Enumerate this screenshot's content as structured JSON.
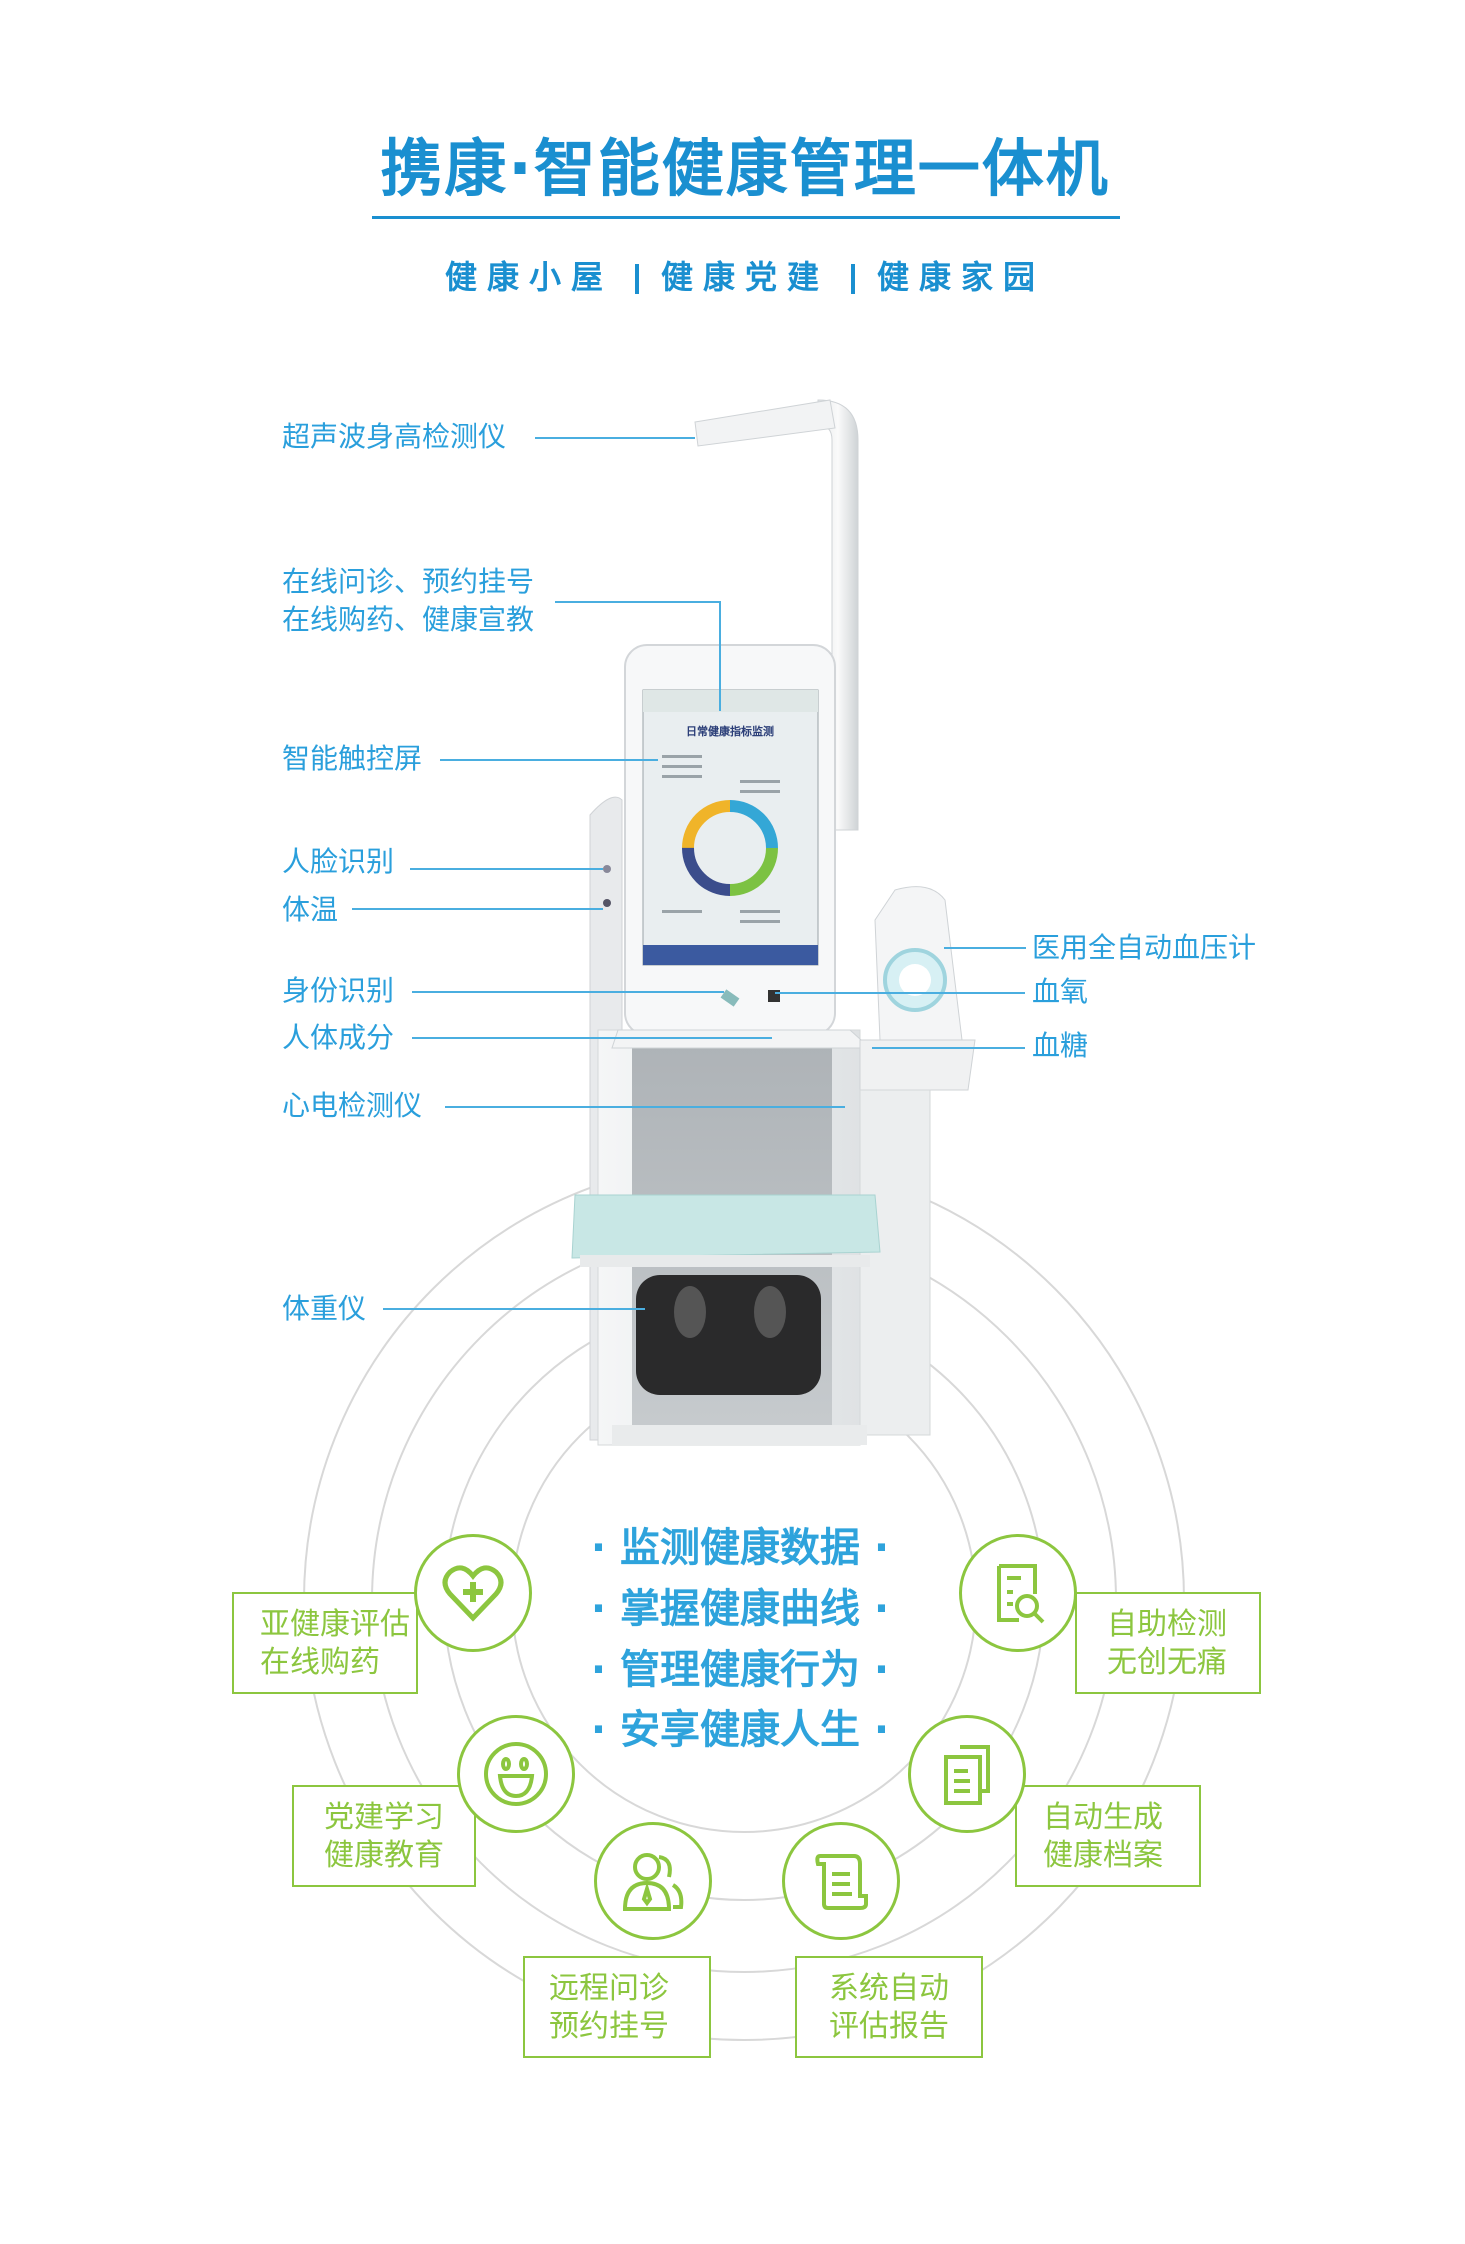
{
  "header": {
    "title": "携康·智能健康管理一体机",
    "subtitle": [
      "健康小屋",
      "健康党建",
      "健康家园"
    ]
  },
  "device_labels": {
    "height_meter": "超声波身高检测仪",
    "online_services_1": "在线问诊、预约挂号",
    "online_services_2": "在线购药、健康宣教",
    "touch_screen": "智能触控屏",
    "face_recognition": "人脸识别",
    "temperature": "体温",
    "id_recognition": "身份识别",
    "body_composition": "人体成分",
    "ecg": "心电检测仪",
    "weight_scale": "体重仪",
    "blood_pressure": "医用全自动血压计",
    "blood_oxygen": "血氧",
    "blood_sugar": "血糖"
  },
  "screen": {
    "heading": "日常健康指标监测"
  },
  "slogans": [
    "监测健康数据",
    "掌握健康曲线",
    "管理健康行为",
    "安享健康人生"
  ],
  "features": [
    {
      "line1": "亚健康评估",
      "line2": "在线购药",
      "icon": "heart-plus-icon"
    },
    {
      "line1": "自助检测",
      "line2": "无创无痛",
      "icon": "document-search-icon"
    },
    {
      "line1": "党建学习",
      "line2": "健康教育",
      "icon": "smiley-icon"
    },
    {
      "line1": "自动生成",
      "line2": "健康档案",
      "icon": "documents-icon"
    },
    {
      "line1": "远程问诊",
      "line2": "预约挂号",
      "icon": "people-icon"
    },
    {
      "line1": "系统自动",
      "line2": "评估报告",
      "icon": "scroll-icon"
    }
  ],
  "colors": {
    "blue": "#1a8fd0",
    "green": "#8cc63f"
  }
}
